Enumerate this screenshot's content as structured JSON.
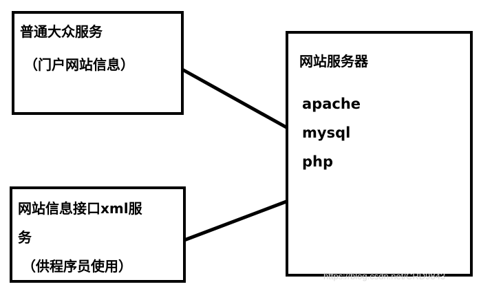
{
  "diagram": {
    "public_service": {
      "title": "普通大众服务",
      "subtitle": "（门户网站信息）"
    },
    "xml_service": {
      "line1": "网站信息接口xml服",
      "line2": "务",
      "subtitle": "（供程序员使用）"
    },
    "server": {
      "title": "网站服务器",
      "components": [
        "apache",
        "mysql",
        "php"
      ]
    },
    "watermark": "https://blog.csdn.net/CRD9843"
  }
}
